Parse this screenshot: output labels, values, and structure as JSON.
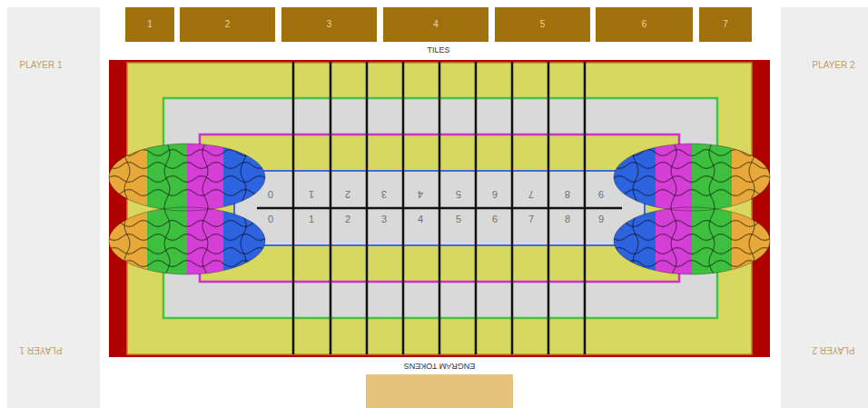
{
  "diagram": {
    "nodes": [
      {
        "text": [
          "1"
        ]
      },
      {
        "text": [
          "2"
        ]
      },
      {
        "text": [
          "3"
        ]
      },
      {
        "text": [
          "4"
        ]
      },
      {
        "text": [
          "5"
        ]
      },
      {
        "text": [
          "6"
        ]
      },
      {
        "text": [
          "7"
        ]
      },
      {
        "text": [
          "PLAYER 1",
          "PLAYER 1"
        ]
      },
      {
        "text": [
          "PLAYER 2",
          "PLAYER 2"
        ]
      },
      {
        "text": [
          "ENGRAM TOKENS"
        ]
      }
    ],
    "labels": [
      "TILES",
      "0",
      "1",
      "2",
      "3",
      "4",
      "5",
      "6",
      "7",
      "8",
      "9",
      "0",
      "1",
      "2",
      "3",
      "4",
      "5",
      "6",
      "7",
      "8",
      "9"
    ]
  }
}
